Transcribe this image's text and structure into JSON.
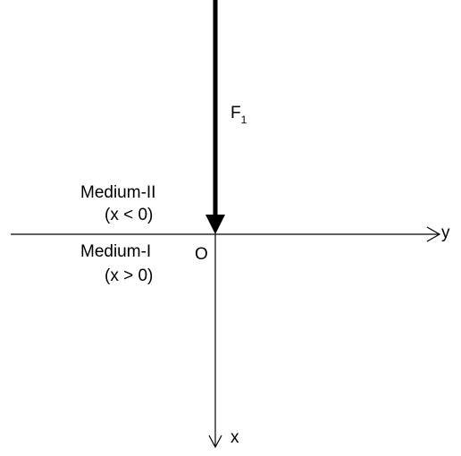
{
  "force": {
    "symbol": "F",
    "subscript": "1"
  },
  "media": {
    "upper": {
      "name": "Medium-II",
      "condition": "(x < 0)"
    },
    "lower": {
      "name": "Medium-I",
      "condition": "(x > 0)"
    }
  },
  "axes": {
    "horizontal": "y",
    "vertical": "x",
    "origin": "O"
  }
}
